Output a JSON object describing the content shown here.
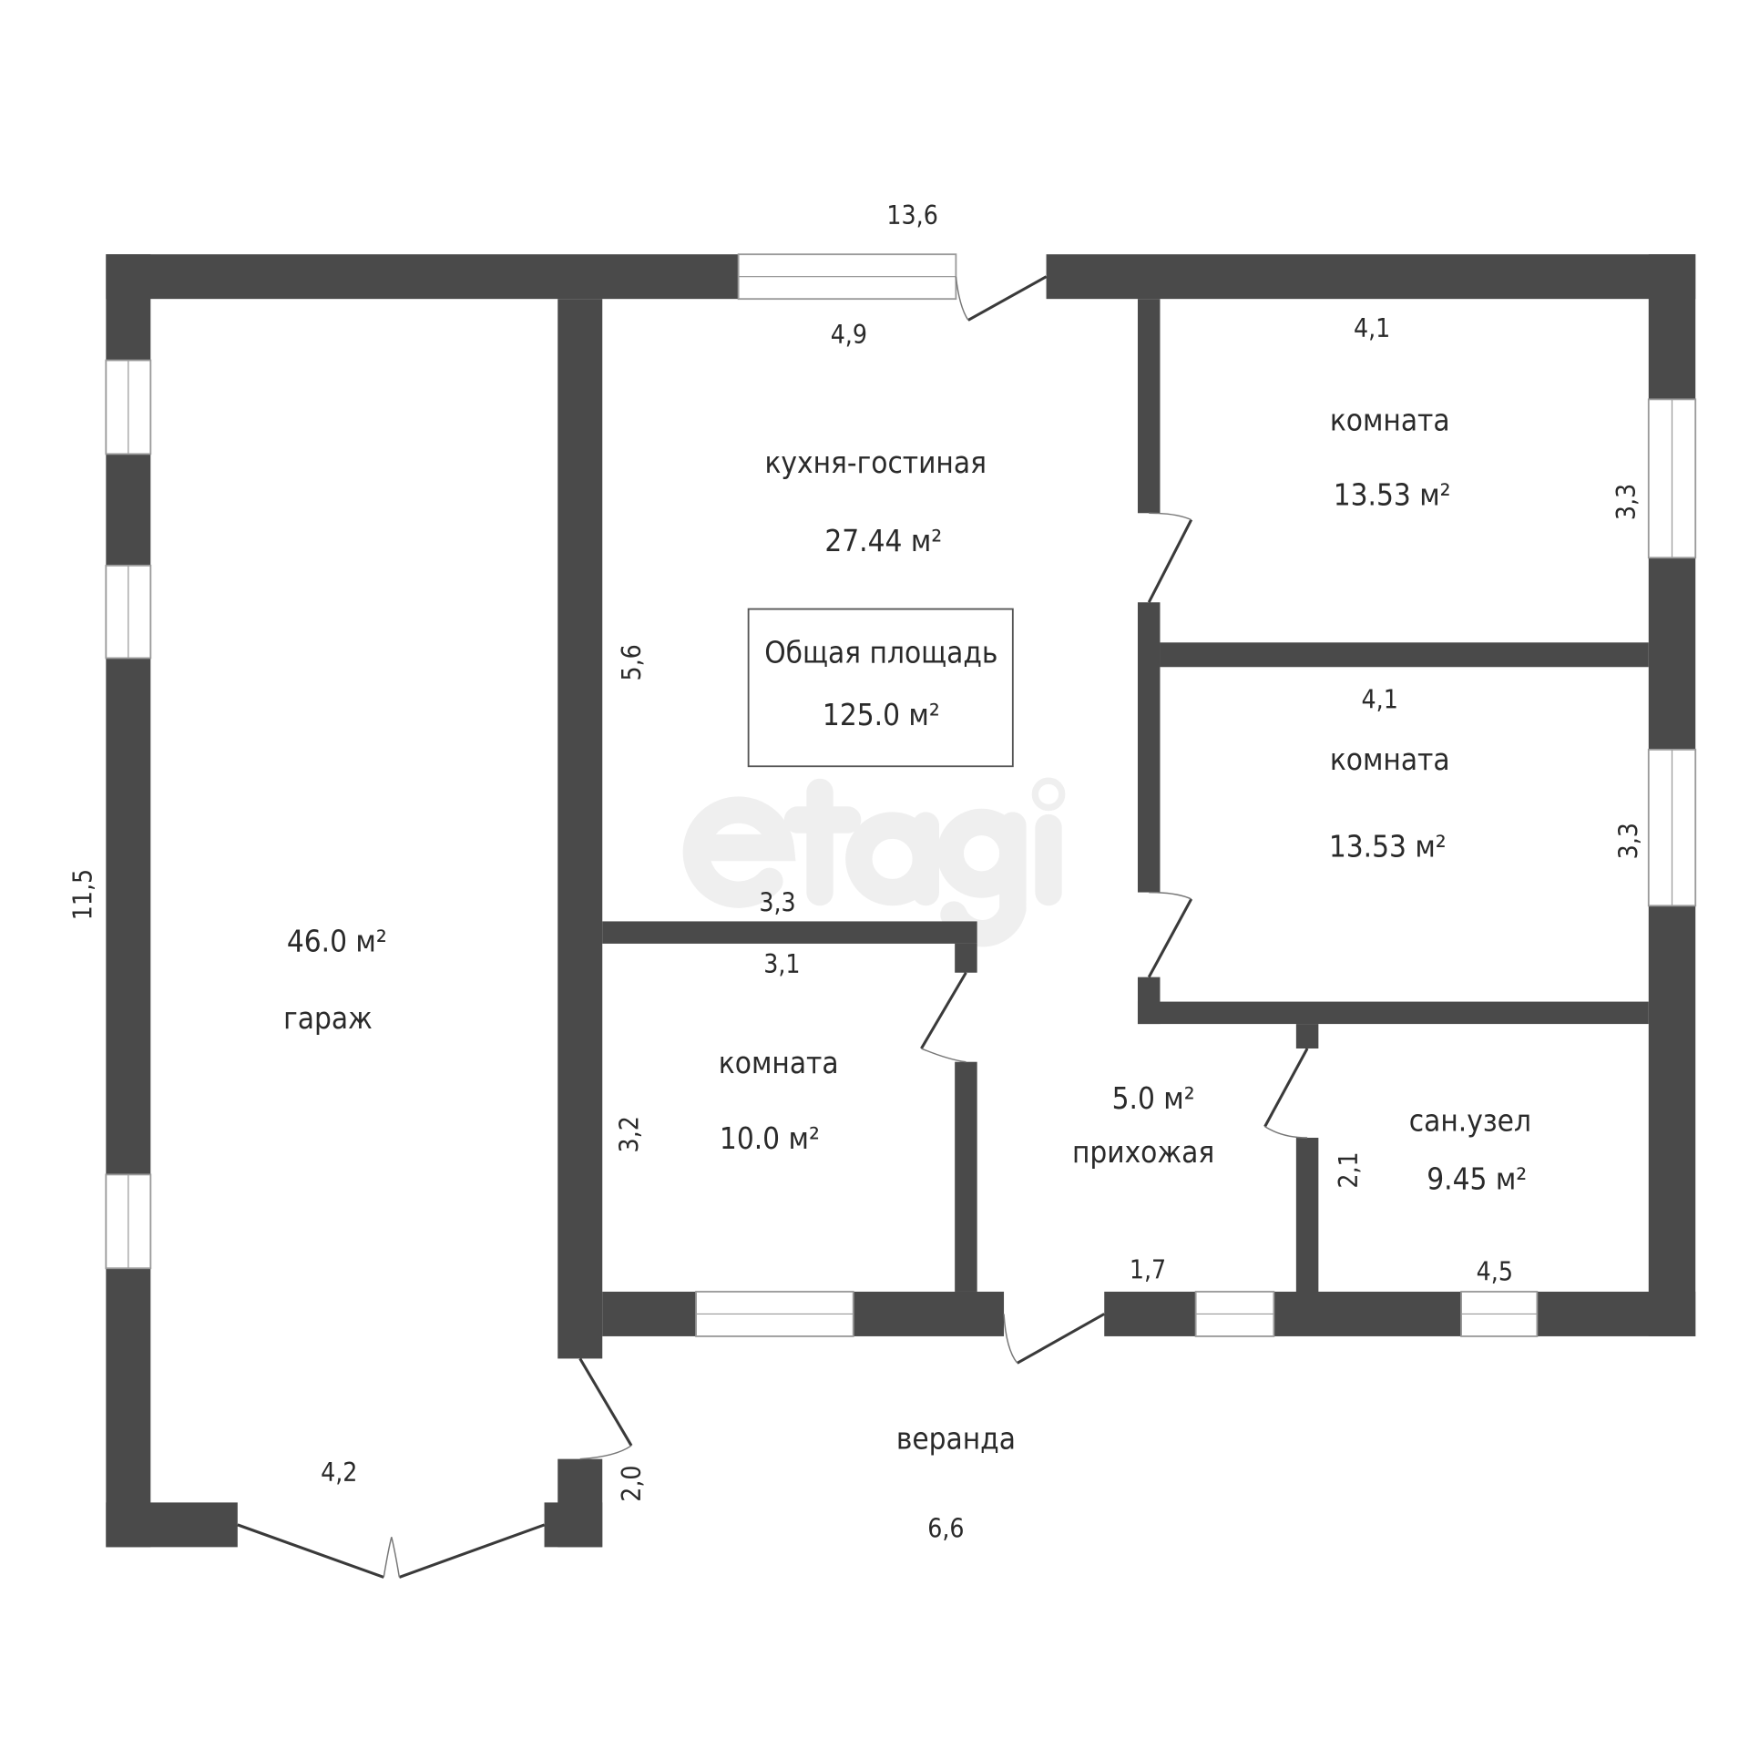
{
  "watermark": "etagi",
  "total": {
    "label": "Общая площадь",
    "value": "125.0 м²"
  },
  "rooms": {
    "kitchen": {
      "name": "кухня-гостиная",
      "area": "27.44 м²"
    },
    "room1": {
      "name": "комната",
      "area": "13.53 м²"
    },
    "room2": {
      "name": "комната",
      "area": "13.53 м²"
    },
    "room3": {
      "name": "комната",
      "area": "10.0 м²"
    },
    "garage": {
      "name": "гараж",
      "area": "46.0 м²"
    },
    "hall": {
      "name": "прихожая",
      "area": "5.0 м²"
    },
    "bath": {
      "name": "сан.узел",
      "area": "9.45 м²"
    },
    "veranda": {
      "name": "веранда"
    }
  },
  "dims": {
    "top_total": "13,6",
    "left_total": "11,5",
    "kitchen_w": "4,9",
    "kitchen_h": "5,6",
    "room1_w": "4,1",
    "room1_h": "3,3",
    "room2_w": "4,1",
    "room2_h": "3,3",
    "kitchen_bottom": "3,3",
    "room3_w": "3,1",
    "room3_h": "3,2",
    "hall_w": "1,7",
    "bath_h": "2,1",
    "bath_w": "4,5",
    "garage_w": "4,2",
    "veranda_h": "2,0",
    "veranda_w": "6,6"
  },
  "colors": {
    "wall": "#4a4a4a"
  }
}
